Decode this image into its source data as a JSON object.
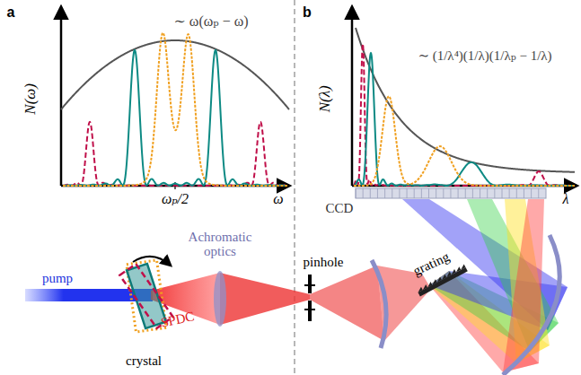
{
  "diagram": {
    "labels": [
      "a",
      "N(ω)",
      "∼ ω(ωₚ − ω)",
      "ωₚ/2",
      "ω",
      "b",
      "N(λ)",
      "∼ (1/λ⁴)(1/λ)(1/λₚ − 1/λ)",
      "λ",
      "CCD",
      "Achromatic optics",
      "pump",
      "SPDC",
      "crystal",
      "pinhole",
      "grating"
    ]
  }
}
